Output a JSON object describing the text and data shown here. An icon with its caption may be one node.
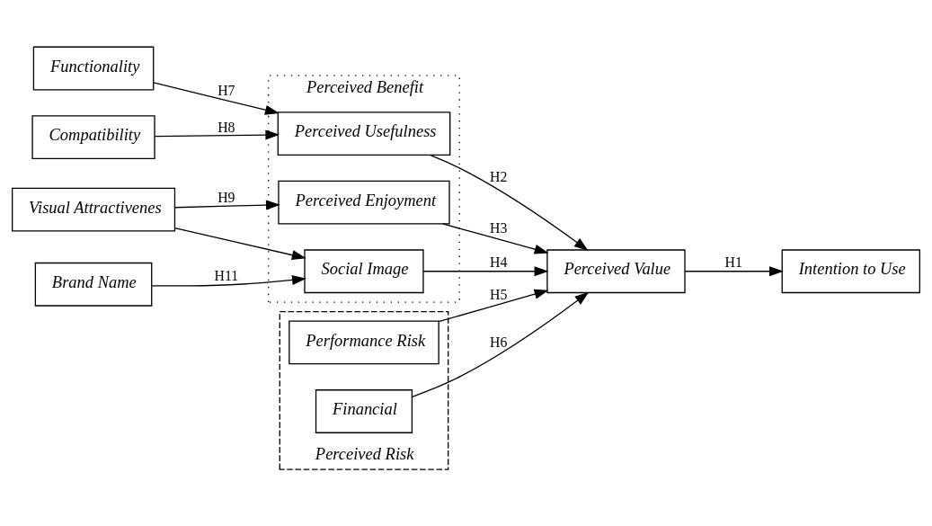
{
  "diagram": {
    "nodes": [
      {
        "text": [
          "Functionality"
        ]
      },
      {
        "text": [
          "Compatibility"
        ]
      },
      {
        "text": [
          "Visual Attractivenes"
        ]
      },
      {
        "text": [
          "Brand Name"
        ]
      },
      {
        "text": [
          "Perceived Benefit"
        ]
      },
      {
        "text": [
          "Perceived Usefulness"
        ],
        "in": 4
      },
      {
        "text": [
          "Perceived Enjoyment"
        ],
        "in": 4
      },
      {
        "text": [
          "Social Image"
        ],
        "in": 4
      },
      {
        "text": [
          "Perceived Risk"
        ]
      },
      {
        "text": [
          "Performance Risk"
        ],
        "in": 8
      },
      {
        "text": [
          "Financial"
        ],
        "in": 8
      },
      {
        "text": [
          "Perceived Value"
        ]
      },
      {
        "text": [
          "Intention to Use"
        ]
      }
    ],
    "edges": [
      {
        "from": 0,
        "to": 5,
        "arrow": "to",
        "label": "H7"
      },
      {
        "from": 1,
        "to": 5,
        "arrow": "to",
        "label": "H8"
      },
      {
        "from": 2,
        "to": 6,
        "arrow": "to",
        "label": "H9"
      },
      {
        "from": 2,
        "to": 7,
        "arrow": "to"
      },
      {
        "from": 3,
        "to": 7,
        "arrow": "to",
        "label": "H11"
      },
      {
        "from": 5,
        "to": 11,
        "arrow": "to",
        "label": "H2"
      },
      {
        "from": 6,
        "to": 11,
        "arrow": "to",
        "label": "H3"
      },
      {
        "from": 7,
        "to": 11,
        "arrow": "to",
        "label": "H4"
      },
      {
        "from": 9,
        "to": 11,
        "arrow": "to",
        "label": "H5"
      },
      {
        "from": 10,
        "to": 11,
        "arrow": "to",
        "label": "H6"
      },
      {
        "from": 11,
        "to": 12,
        "arrow": "to",
        "label": "H1"
      }
    ]
  }
}
